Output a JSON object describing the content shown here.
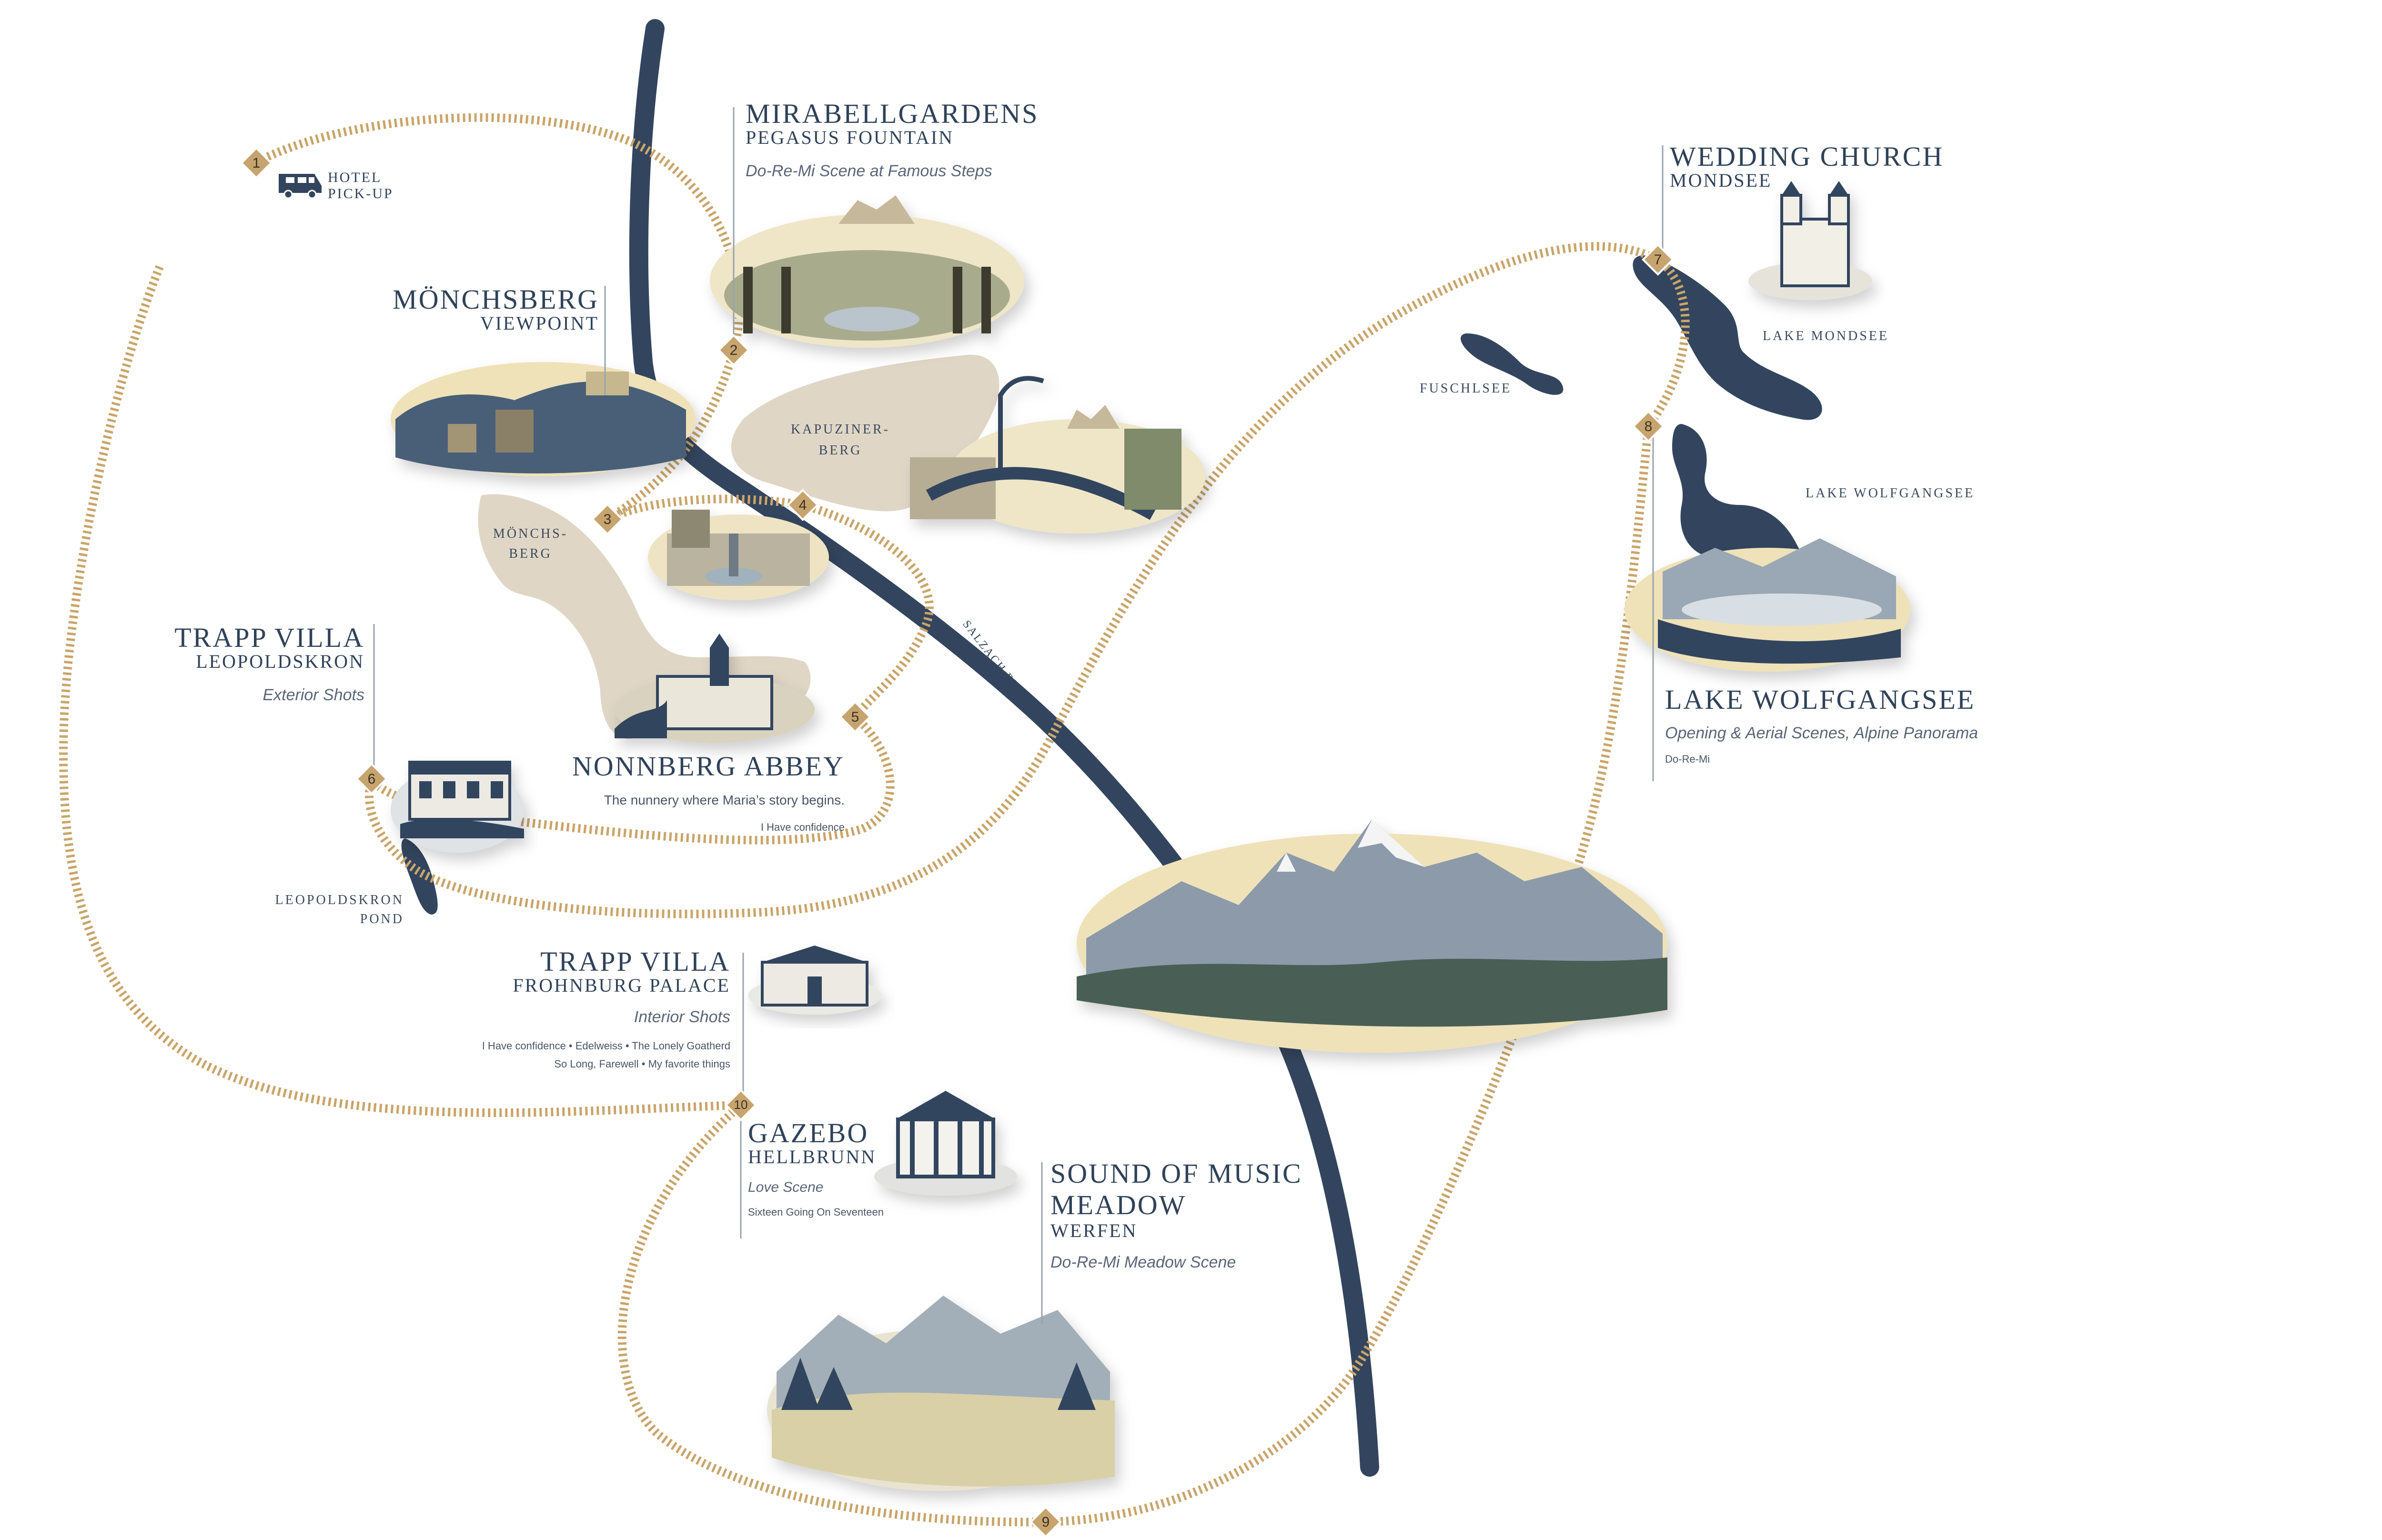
{
  "stops": [
    {
      "number": "1",
      "title": "HOTEL",
      "subtitle": "PICK-UP"
    },
    {
      "number": "2",
      "title": "MIRABELLGARDENS",
      "subtitle": "PEGASUS FOUNTAIN",
      "description": "Do-Re-Mi Scene at Famous Steps"
    },
    {
      "number": "3",
      "title": "MÖNCHSBERG",
      "subtitle": "VIEWPOINT"
    },
    {
      "number": "4"
    },
    {
      "number": "5",
      "title": "NONNBERG ABBEY",
      "description": "The nunnery where Maria’s story begins.",
      "songs": "I Have confidence"
    },
    {
      "number": "6",
      "title": "TRAPP VILLA",
      "subtitle": "LEOPOLDSKRON",
      "description": "Exterior Shots"
    },
    {
      "number": "7",
      "title": "WEDDING CHURCH",
      "subtitle": "MONDSEE"
    },
    {
      "number": "8",
      "title": "LAKE WOLFGANGSEE",
      "description": "Opening & Aerial Scenes, Alpine Panorama",
      "songs": "Do-Re-Mi"
    },
    {
      "number": "9",
      "title": "SOUND OF MUSIC MEADOW",
      "title_line1": "SOUND OF MUSIC",
      "title_line2": "MEADOW",
      "subtitle": "WERFEN",
      "description": "Do-Re-Mi Meadow Scene"
    },
    {
      "number": "10",
      "title": "GAZEBO",
      "subtitle": "HELLBRUNN",
      "description": "Love Scene",
      "songs": "Sixteen Going On Seventeen"
    }
  ],
  "frohnburg": {
    "title": "TRAPP VILLA",
    "subtitle": "FROHNBURG PALACE",
    "description": "Interior Shots",
    "songs_line1": "I Have confidence • Edelweiss • The Lonely Goatherd",
    "songs_line2": "So Long, Farewell • My favorite things"
  },
  "places": {
    "kapuzinerberg_1": "KAPUZINER-",
    "kapuzinerberg_2": "BERG",
    "moenchsberg_1": "MÖNCHS-",
    "moenchsberg_2": "BERG",
    "leopoldskron_pond_1": "LEOPOLDSKRON",
    "leopoldskron_pond_2": "POND",
    "fuschlsee": "FUSCHLSEE",
    "lake_mondsee": "LAKE MONDSEE",
    "lake_wolfgangsee": "LAKE WOLFGANGSEE",
    "salzach_river": "SALZACH RIVER"
  },
  "colors": {
    "route": "#c9a56a",
    "marker": "#c7a46e",
    "river": "#33455e",
    "hill": "#e0d6c6",
    "ink": "#2f4259",
    "illustration_sky": "#efe2b8"
  }
}
